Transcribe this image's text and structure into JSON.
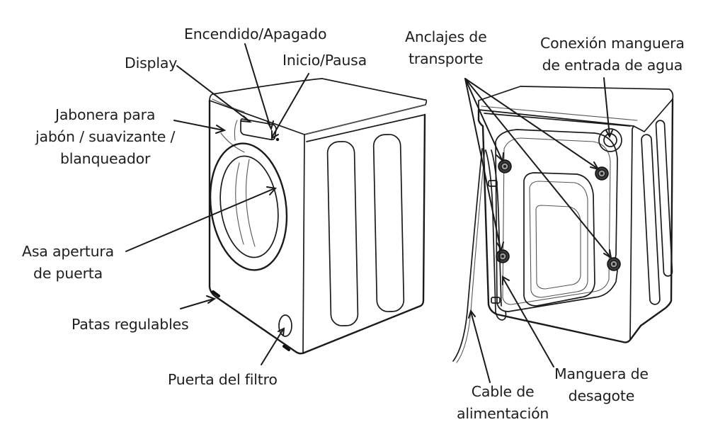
{
  "diagram": {
    "front_view": {
      "labels": {
        "power": [
          "Encendido/Apagado"
        ],
        "display": [
          "Display"
        ],
        "start_pause": [
          "Inicio/Pausa"
        ],
        "detergent_drawer": [
          "Jabonera para",
          "jabón / suavizante /",
          "blanqueador"
        ],
        "door_handle": [
          "Asa apertura",
          "de puerta"
        ],
        "adjustable_feet": [
          "Patas regulables"
        ],
        "filter_door": [
          "Puerta del filtro"
        ]
      }
    },
    "rear_view": {
      "labels": {
        "transport_bolts": [
          "Anclajes de",
          "transporte"
        ],
        "water_inlet": [
          "Conexión manguera",
          "de entrada de agua"
        ],
        "power_cable": [
          "Cable de",
          "alimentación"
        ],
        "drain_hose": [
          "Manguera de",
          "desagote"
        ]
      }
    },
    "colors": {
      "ink": "#1a1a1a",
      "background": "#ffffff"
    }
  }
}
